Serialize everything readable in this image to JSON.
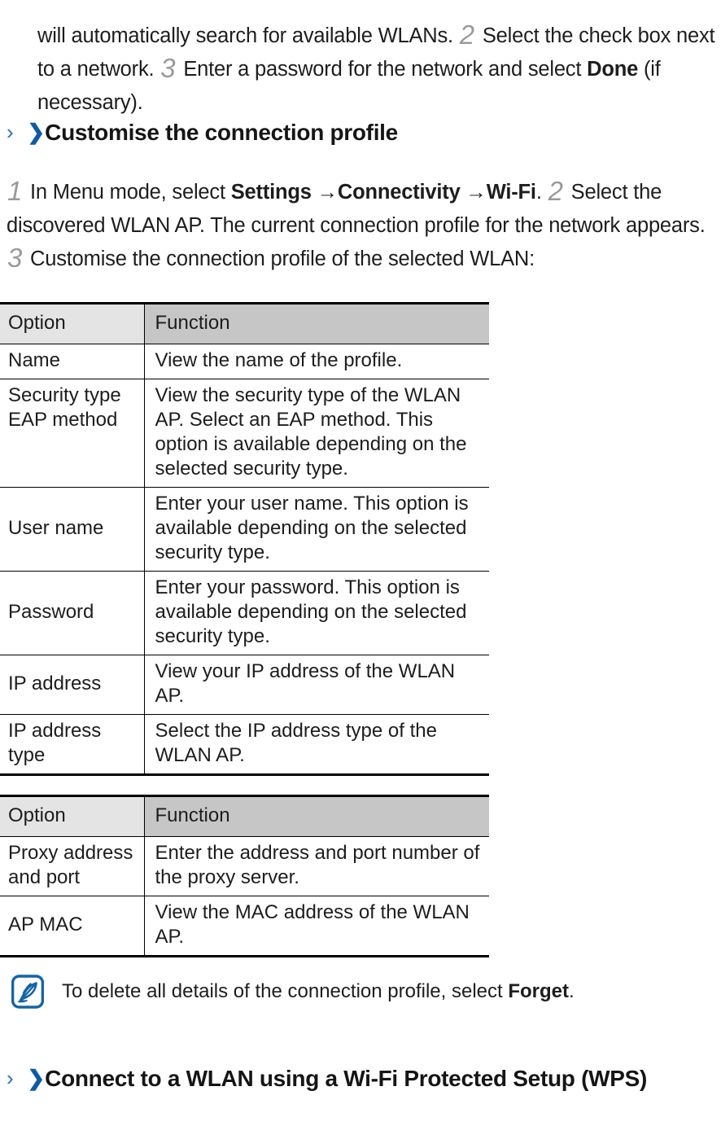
{
  "intro": {
    "segments": [
      {
        "type": "text",
        "text": "will automatically search for available WLANs. "
      },
      {
        "type": "step",
        "text": "2"
      },
      {
        "type": "text",
        "text": " Select the check box next to a network. "
      },
      {
        "type": "step",
        "text": "3"
      },
      {
        "type": "text",
        "text": " Enter a password for the network and select "
      },
      {
        "type": "bold",
        "text": "Done"
      },
      {
        "type": "text",
        "text": " (if necessary)."
      }
    ],
    "plain": "will automatically search for available WLANs. 2 Select the check box next to a network. 3 Enter a password for the network and select Done (if necessary)."
  },
  "heading_customise": {
    "chevron_thin": "›",
    "chevron_bold": "❯",
    "text": "Customise the connection profile"
  },
  "profile_para": {
    "segments": [
      {
        "type": "step",
        "text": "1"
      },
      {
        "type": "text",
        "text": " In Menu mode, select "
      },
      {
        "type": "bold",
        "text": "Settings"
      },
      {
        "type": "text",
        "text": " →"
      },
      {
        "type": "bold",
        "text": "Connectivity"
      },
      {
        "type": "text",
        "text": " →"
      },
      {
        "type": "bold",
        "text": "Wi-Fi"
      },
      {
        "type": "text",
        "text": ". "
      },
      {
        "type": "step",
        "text": "2"
      },
      {
        "type": "text",
        "text": " Select the discovered WLAN AP. The current connection profile for the network appears. "
      },
      {
        "type": "step",
        "text": "3"
      },
      {
        "type": "text",
        "text": " Customise the connection profile of the selected WLAN:"
      }
    ],
    "plain": "1 In Menu mode, select Settings →Connectivity →Wi-Fi. 2 Select the discovered WLAN AP. The current connection profile for the network appears. 3 Customise the connection profile of the selected WLAN:"
  },
  "table_1": {
    "headers": [
      "Option",
      "Function"
    ],
    "rows": [
      {
        "option": "Name",
        "function": "View the name of the profile.",
        "align": "middle"
      },
      {
        "option": "Security type EAP method",
        "function": "View the security type of the WLAN AP. Select an EAP method. This option is available depending on the selected security type.",
        "align": "top"
      },
      {
        "option": "User name",
        "function": "Enter your user name. This option is available depending on the selected security type.",
        "align": "middle"
      },
      {
        "option": "Password",
        "function": "Enter your password. This option is available depending on the selected security type.",
        "align": "middle"
      },
      {
        "option": "IP address",
        "function": "View your IP address of the WLAN AP.",
        "align": "middle"
      },
      {
        "option": "IP address type",
        "function": "Select the IP address type of the WLAN AP.",
        "align": "middle"
      }
    ]
  },
  "table_2": {
    "headers": [
      "Option",
      "Function"
    ],
    "rows": [
      {
        "option": "Proxy address and port",
        "function": "Enter the address and port number of the proxy server.",
        "align": "middle"
      },
      {
        "option": "AP MAC",
        "function": "View the MAC address of the WLAN AP.",
        "align": "middle"
      }
    ]
  },
  "note": {
    "icon": "note-quill-icon",
    "segments": [
      {
        "type": "text",
        "text": "To delete all details of the connection profile, select "
      },
      {
        "type": "bold",
        "text": "Forget"
      },
      {
        "type": "text",
        "text": "."
      }
    ],
    "plain": "To delete all details of the connection profile, select Forget."
  },
  "heading_wps": {
    "chevron_thin": "›",
    "chevron_bold": "❯",
    "text": "Connect to a WLAN using a Wi-Fi Protected Setup (WPS)"
  },
  "colors": {
    "chevron_thin": "#2a6ebb",
    "chevron_bold": "#0a5ba8",
    "note_icon": "#1264a8",
    "header_col1_bg": "#e4e4e4",
    "header_col2_bg": "#c6c6c6",
    "text": "#1d1d1d",
    "step_number": "#9a9a9a"
  }
}
